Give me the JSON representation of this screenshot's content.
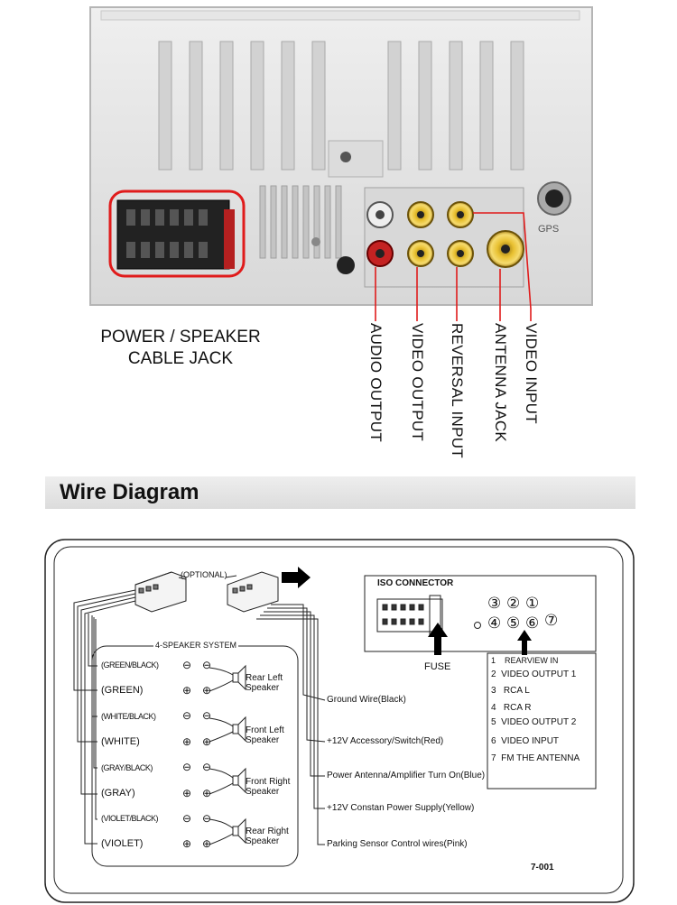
{
  "device": {
    "power_label_line1": "POWER / SPEAKER",
    "power_label_line2": "CABLE JACK",
    "ports": {
      "audio_output": "AUDIO OUTPUT",
      "video_output": "VIDEO OUTPUT",
      "reversal_input": "REVERSAL INPUT",
      "antenna_jack": "ANTENNA JACK",
      "video_input": "VIDEO INPUT"
    },
    "gps_label": "GPS",
    "highlight_color": "#e01b1b"
  },
  "section": {
    "title": "Wire Diagram"
  },
  "diagram": {
    "optional_label": "(OPTIONAL)",
    "speaker_system_title": "4-SPEAKER SYSTEM",
    "wires": [
      {
        "color": "(GREEN/BLACK)",
        "polarity": "⊖"
      },
      {
        "color": "(GREEN)",
        "polarity": "⊕"
      },
      {
        "color": "(WHITE/BLACK)",
        "polarity": "⊖"
      },
      {
        "color": "(WHITE)",
        "polarity": "⊕"
      },
      {
        "color": "(GRAY/BLACK)",
        "polarity": "⊖"
      },
      {
        "color": "(GRAY)",
        "polarity": "⊕"
      },
      {
        "color": "(VIOLET/BLACK)",
        "polarity": "⊖"
      },
      {
        "color": "(VIOLET)",
        "polarity": "⊕"
      }
    ],
    "speakers": [
      {
        "line1": "Rear Left",
        "line2": "Speaker"
      },
      {
        "line1": "Front Left",
        "line2": "Speaker"
      },
      {
        "line1": "Front Right",
        "line2": "Speaker"
      },
      {
        "line1": "Rear Right",
        "line2": "Speaker"
      }
    ],
    "power_wires": [
      "Ground  Wire(Black)",
      "+12V Accessory/Switch(Red)",
      "Power Antenna/Amplifier Turn On(Blue)",
      "+12V Constan Power Supply(Yellow)",
      "Parking Sensor Control wires(Pink)"
    ],
    "iso_title": "ISO CONNECTOR",
    "fuse_label": "FUSE",
    "rca_numbers": [
      "③",
      "②",
      "①",
      "④",
      "⑤",
      "⑥",
      "⑦"
    ],
    "legend": [
      {
        "n": "1",
        "text": "REARVIEW IN"
      },
      {
        "n": "2",
        "text": "VIDEO OUTPUT  1"
      },
      {
        "n": "3",
        "text": "RCA L"
      },
      {
        "n": "4",
        "text": "RCA R"
      },
      {
        "n": "5",
        "text": "VIDEO OUTPUT  2"
      },
      {
        "n": "6",
        "text": "VIDEO  INPUT"
      },
      {
        "n": "7",
        "text": "FM THE ANTENNA"
      }
    ],
    "code": "7-001"
  }
}
